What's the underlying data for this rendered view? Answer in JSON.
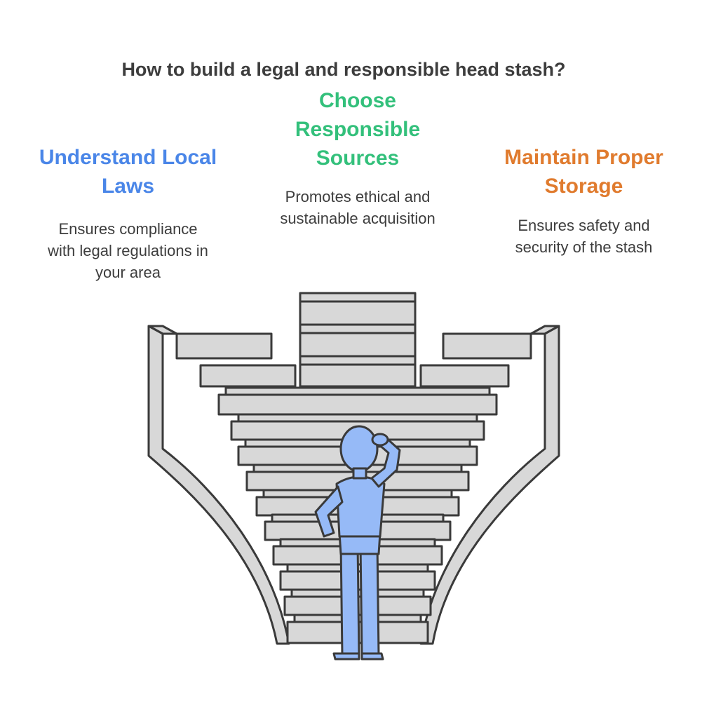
{
  "title": "How to build a legal and responsible head stash?",
  "colors": {
    "left": "#4a86e8",
    "center": "#33c07b",
    "right": "#e07b2e",
    "figure": "#96baf7",
    "stone": "#d8d8d8",
    "outline": "#3a3a3a"
  },
  "options": [
    {
      "heading_lines": [
        "Understand Local",
        "Laws"
      ],
      "desc_lines": [
        "Ensures compliance",
        "with legal regulations in",
        "your area"
      ]
    },
    {
      "heading_lines": [
        "Choose",
        "Responsible",
        "Sources"
      ],
      "desc_lines": [
        "Promotes ethical and",
        "sustainable acquisition"
      ]
    },
    {
      "heading_lines": [
        "Maintain Proper",
        "Storage"
      ],
      "desc_lines": [
        "Ensures safety and",
        "security of the stash"
      ]
    }
  ],
  "illustration": {
    "stairs": "three-way-staircase",
    "figure": "person-scratching-head-icon"
  }
}
